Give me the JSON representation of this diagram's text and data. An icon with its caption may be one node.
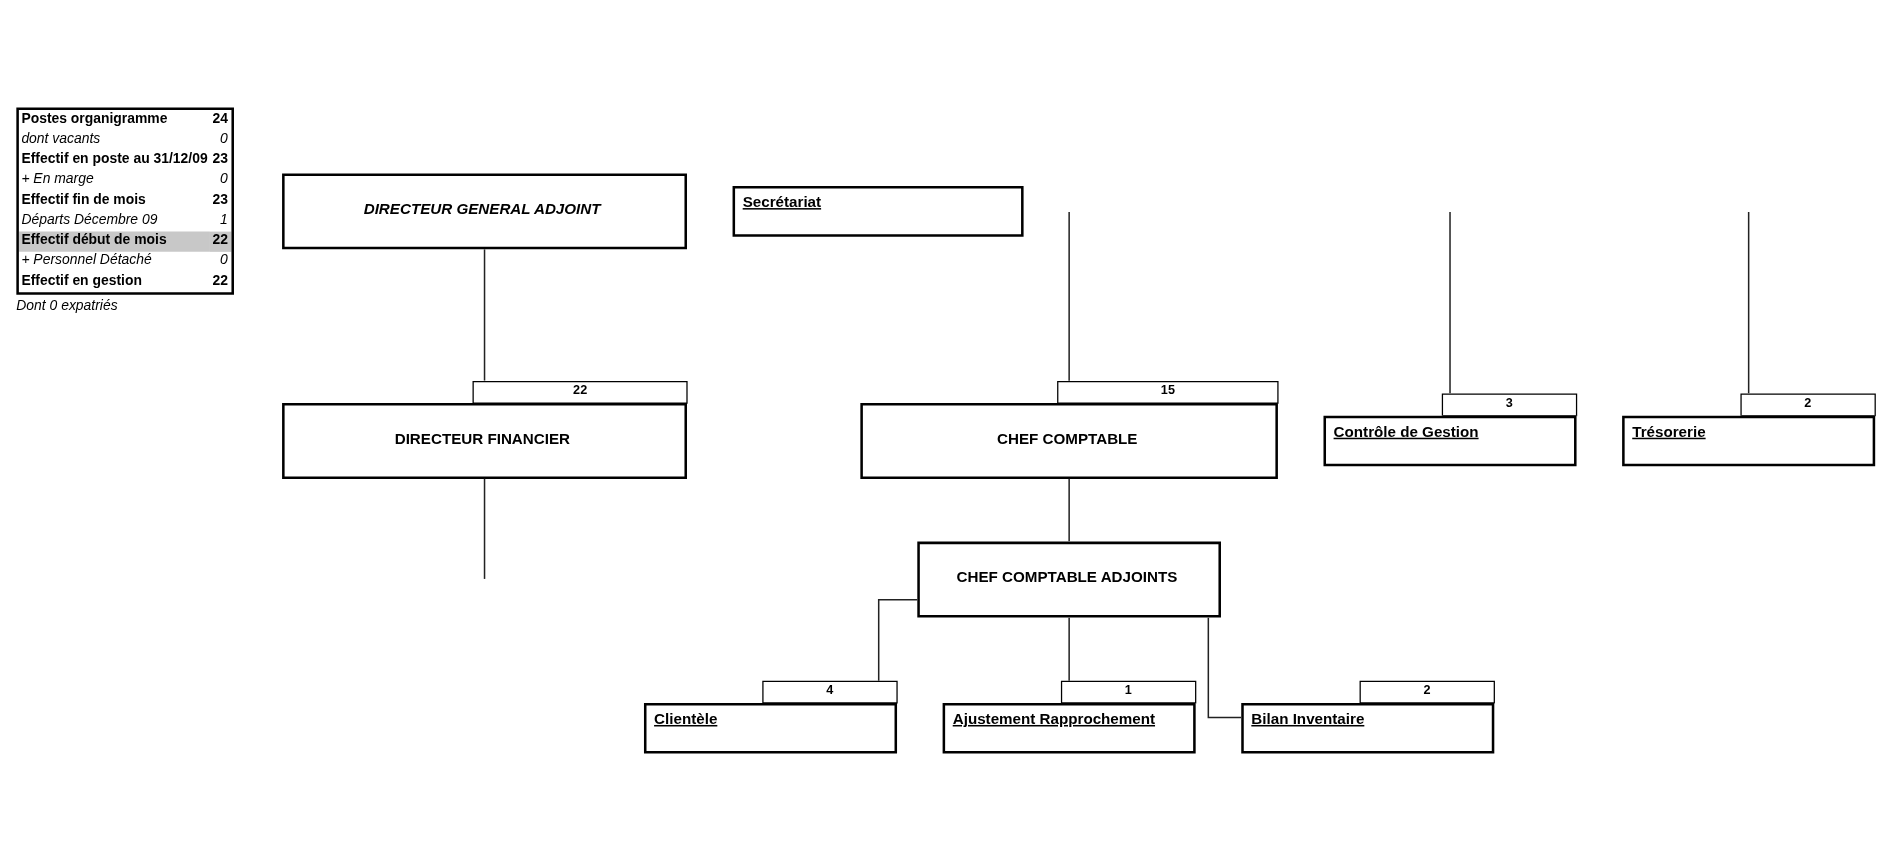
{
  "diagram": {
    "nodes": [
      {
        "text": [
          "DIRECTEUR GENERAL ADJOINT"
        ]
      },
      {
        "text": [
          "DIRECTEUR FINANCIER"
        ],
        "beside": [
          "22"
        ]
      },
      {
        "text": [
          "Secrétariat"
        ]
      },
      {
        "text": [
          "CHEF COMPTABLE"
        ],
        "beside": [
          "15"
        ]
      },
      {
        "text": [
          "CHEF COMPTABLE ADJOINTS"
        ]
      },
      {
        "text": [
          "Clientèle"
        ],
        "beside": [
          "4"
        ]
      },
      {
        "text": [
          "Ajustement Rapprochement"
        ],
        "beside": [
          "1"
        ]
      },
      {
        "text": [
          "Bilan Inventaire"
        ],
        "beside": [
          "2"
        ]
      },
      {
        "text": [
          "Contrôle de Gestion"
        ],
        "beside": [
          "3"
        ]
      },
      {
        "text": [
          "Trésorerie"
        ],
        "beside": [
          "2"
        ]
      }
    ],
    "edges": [
      {
        "from": 0,
        "to": 1,
        "arrow": "none"
      },
      {
        "from": 1,
        "to": null,
        "arrow": "none"
      },
      {
        "from": null,
        "to": 3,
        "arrow": "none"
      },
      {
        "from": 3,
        "to": 4,
        "arrow": "none"
      },
      {
        "from": 4,
        "to": 5,
        "arrow": "none"
      },
      {
        "from": 4,
        "to": 6,
        "arrow": "none"
      },
      {
        "from": 4,
        "to": 7,
        "arrow": "none"
      },
      {
        "from": null,
        "to": 8,
        "arrow": "none"
      },
      {
        "from": null,
        "to": 9,
        "arrow": "none"
      }
    ],
    "labels": [
      "Postes organigramme",
      "24",
      "dont vacants",
      "0",
      "Effectif en poste au 31/12/09",
      "23",
      "+ En marge",
      "0",
      "Effectif fin de mois",
      "23",
      "Départs Décembre 09",
      "1",
      "Effectif début de mois",
      "22",
      "+ Personnel Détaché",
      "0",
      "Effectif en gestion",
      "22",
      "Dont 0 expatriés"
    ]
  }
}
